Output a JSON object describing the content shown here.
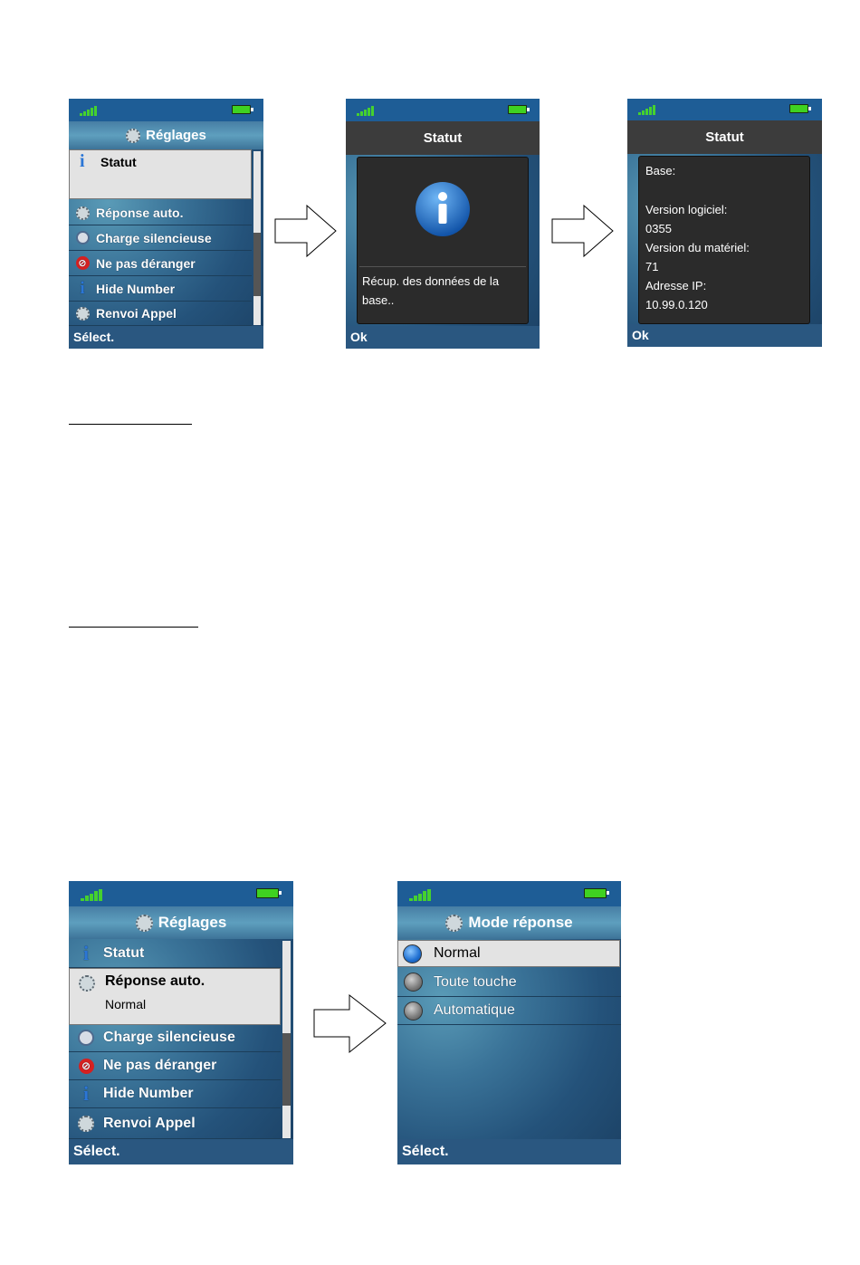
{
  "screens": {
    "settings1": {
      "title": "Réglages",
      "selected": {
        "label": "Statut"
      },
      "items": [
        {
          "label": "Réponse auto.",
          "icon": "gear-icon"
        },
        {
          "label": "Charge silencieuse",
          "icon": "webcam-icon"
        },
        {
          "label": "Ne pas déranger",
          "icon": "do-not-disturb-icon"
        },
        {
          "label": "Hide Number",
          "icon": "info-icon"
        },
        {
          "label": "Renvoi Appel",
          "icon": "gear-icon"
        }
      ],
      "softkey": "Sélect."
    },
    "status_loading": {
      "title": "Statut",
      "message": "Récup. des données de la base..",
      "softkey": "Ok"
    },
    "status_details": {
      "title": "Statut",
      "lines": [
        "Base:",
        "",
        "Version logiciel:",
        "0355",
        "Version du matériel:",
        "71",
        "Adresse IP:",
        "10.99.0.120"
      ],
      "softkey": "Ok"
    },
    "settings2": {
      "title": "Réglages",
      "items_top": [
        {
          "label": "Statut",
          "icon": "info-icon"
        }
      ],
      "selected": {
        "label": "Réponse auto.",
        "sublabel": "Normal"
      },
      "items": [
        {
          "label": "Charge silencieuse",
          "icon": "webcam-icon"
        },
        {
          "label": "Ne pas déranger",
          "icon": "do-not-disturb-icon"
        },
        {
          "label": "Hide Number",
          "icon": "info-icon"
        },
        {
          "label": "Renvoi Appel",
          "icon": "gear-icon"
        }
      ],
      "softkey": "Sélect."
    },
    "answer_mode": {
      "title": "Mode réponse",
      "options": [
        {
          "label": "Normal",
          "checked": true
        },
        {
          "label": "Toute touche",
          "checked": false
        },
        {
          "label": "Automatique",
          "checked": false
        }
      ],
      "softkey": "Sélect."
    }
  },
  "colors": {
    "status_bar": "#1e5d96",
    "signal_green": "#45d12e",
    "selection_bg": "#e3e3e3",
    "softkey_bar": "#2a5780"
  }
}
